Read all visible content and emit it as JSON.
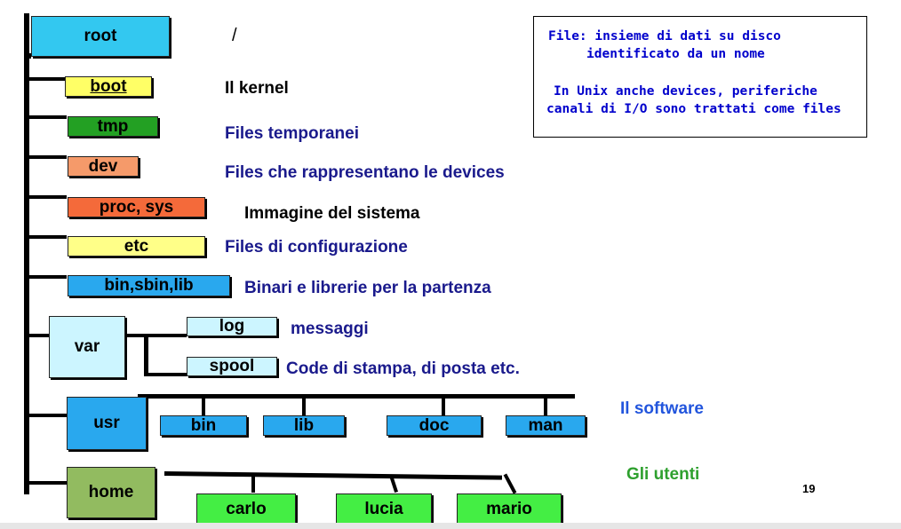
{
  "colors": {
    "cyan": "#33c8f0",
    "yellow": "#ffff66",
    "green_dark": "#23a023",
    "salmon": "#f59a6a",
    "orange_red": "#f46a3a",
    "light_yellow": "#ffff88",
    "blue": "#29a8ee",
    "light_cyan": "#ccf5ff",
    "olive_green": "#92bb60",
    "bright_green": "#44ee44",
    "label_navy": "#1a1a8c",
    "info_blue": "#0000cc",
    "software_blue": "#2255dd",
    "users_green": "#2ea02e"
  },
  "root": {
    "label": "root",
    "slash": "/"
  },
  "dirs": {
    "boot": {
      "label": "boot",
      "desc": "Il kernel"
    },
    "tmp": {
      "label": "tmp",
      "desc": "Files temporanei"
    },
    "dev": {
      "label": "dev",
      "desc": "Files che rappresentano le devices"
    },
    "proc": {
      "label": "proc, sys",
      "desc": "Immagine del sistema"
    },
    "etc": {
      "label": "etc",
      "desc": "Files di configurazione"
    },
    "bin": {
      "label": "bin,sbin,lib",
      "desc": "Binari e librerie per la partenza"
    }
  },
  "var": {
    "label": "var",
    "log": {
      "label": "log",
      "desc": "messaggi"
    },
    "spool": {
      "label": "spool",
      "desc": "Code di stampa, di posta etc."
    }
  },
  "usr": {
    "label": "usr",
    "children": [
      "bin",
      "lib",
      "doc",
      "man"
    ],
    "desc": "Il software"
  },
  "home": {
    "label": "home",
    "children": [
      "carlo",
      "lucia",
      "mario"
    ],
    "desc": "Gli utenti"
  },
  "info": {
    "line1": "File: insieme di dati su disco",
    "line2": "identificato da un nome",
    "line3": "In Unix anche devices, periferiche",
    "line4": "canali di I/O sono  trattati come files"
  },
  "page_number": "19"
}
